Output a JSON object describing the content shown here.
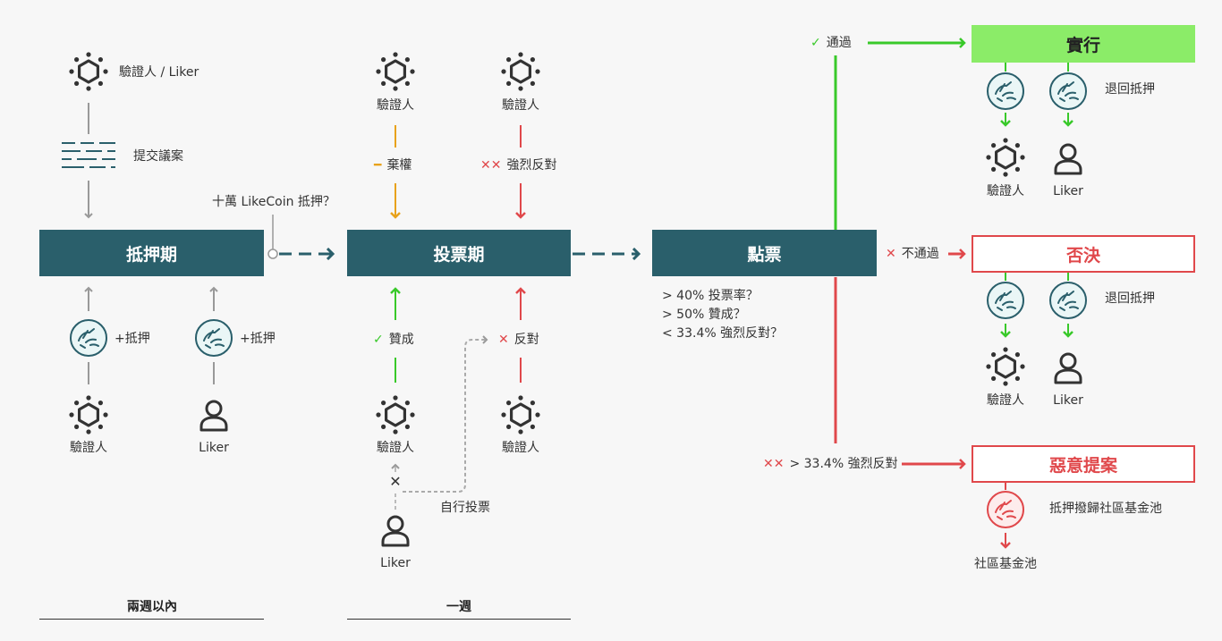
{
  "colors": {
    "teal": "#2a5f6b",
    "green": "#39c92a",
    "red": "#e0484b",
    "orange": "#e8a21b",
    "gray": "#999999",
    "pass_box": "#8bec68"
  },
  "phases": {
    "staking": "抵押期",
    "voting": "投票期",
    "counting": "點票"
  },
  "left": {
    "proposer": "驗證人 / Liker",
    "submit": "提交議案",
    "deposit_question": "十萬 LikeCoin 抵押？",
    "stake1": "+抵押",
    "stake2": "+抵押",
    "validator": "驗證人",
    "liker": "Liker",
    "duration": "兩週以內"
  },
  "voting": {
    "validator_a": "驗證人",
    "validator_b": "驗證人",
    "abstain": "棄權",
    "abstain_sym": "━",
    "veto": "強烈反對",
    "veto_sym": "✕✕",
    "yes": "贊成",
    "yes_sym": "✓",
    "no": "反對",
    "no_sym": "✕",
    "validator_c": "驗證人",
    "validator_d": "驗證人",
    "liker": "Liker",
    "self_vote": "自行投票",
    "override_sym": "✕",
    "duration": "一週"
  },
  "criteria": {
    "line1": "> 40% 投票率？",
    "line2": "> 50% 贊成？",
    "line3": "< 33.4% 強烈反對？"
  },
  "outcomes": {
    "pass": {
      "label": "通過",
      "sym": "✓",
      "box": "實行",
      "refund": "退回抵押",
      "validator": "驗證人",
      "liker": "Liker"
    },
    "fail": {
      "label": "不通過",
      "sym": "✕",
      "box": "否決",
      "refund": "退回抵押",
      "validator": "驗證人",
      "liker": "Liker"
    },
    "spam": {
      "label": "> 33.4% 強烈反對",
      "sym": "✕✕",
      "box": "惡意提案",
      "burn": "抵押撥歸社區基金池",
      "pool": "社區基金池"
    }
  }
}
